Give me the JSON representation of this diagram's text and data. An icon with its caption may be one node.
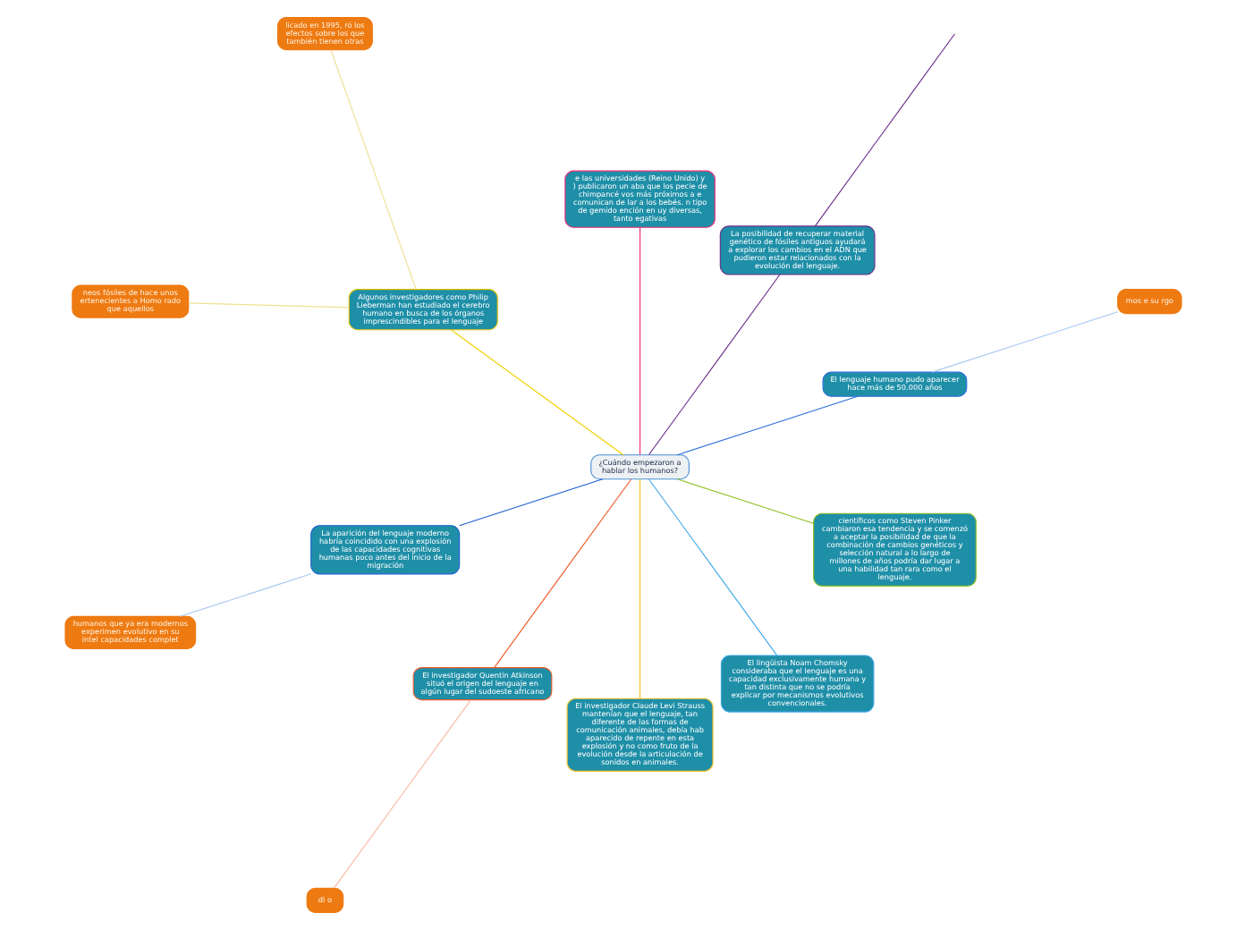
{
  "diagram": {
    "nodes": [
      {
        "text": [
          "¿Cuándo empezaron a hablar los humanos?"
        ]
      },
      {
        "text": [
          "El lenguaje humano pudo aparecer hace más de 50.000 años"
        ]
      },
      {
        "text": [
          "mos e su rgo"
        ]
      },
      {
        "text": [
          "La posibilidad de recuperar material genético de fósiles antiguos ayudará a explorar los cambios en el ADN que pudieron estar relacionados con la evolución del lenguaje."
        ]
      },
      {
        "text": [
          "e las universidades (Reino Unido) y ) publicaron un aba que los pecie de chimpancé vos más próximos a e comunican de lar a los bebés. n tipo de gemido ención en uy diversas, tanto egativas"
        ]
      },
      {
        "text": [
          "Algunos investigadores como Philip Lieberman han estudiado el cerebro humano en busca de los órganos imprescindibles para el lenguaje"
        ]
      },
      {
        "text": [
          "licado en 1995, ró los efectos sobre los que también tienen otras"
        ]
      },
      {
        "text": [
          "neos fósiles de hace unos ertenecientes a Homo rado que aquellos"
        ]
      },
      {
        "text": [
          "La aparición del lenguaje moderno habría coincidido con una explosión de las capacidades cognitivas humanas poco antes del inicio de la migración"
        ]
      },
      {
        "text": [
          "humanos que ya era modernos experimen evolutivo en su intel capacidades complet"
        ]
      },
      {
        "text": [
          "El investigador Quentin Atkinson situó el origen del lenguaje en algún lugar del sudoeste africano"
        ]
      },
      {
        "text": [
          "di o"
        ]
      },
      {
        "text": [
          "El investigador Claude Levi Strauss mantenían que el lenguaje, tan diferente de las formas de comunicación animales, debía hab aparecido de repente en esta explosión y no como fruto de la evolución desde la articulación de sonidos en animales."
        ]
      },
      {
        "text": [
          "El lingüista Noam Chomsky consideraba que el lenguaje es una capacidad exclusivamente humana y tan distinta que no se podría explicar por mecanismos evolutivos convencionales."
        ]
      },
      {
        "text": [
          "científicos como Steven Pinker cambiaron esa tendencia y se comenzó a aceptar la posibilidad de que la combinación de cambios genéticos y selección natural a lo largo de millones de años podría dar lugar a una habilidad tan rara como el lenguaje."
        ]
      }
    ],
    "edges": [
      {
        "from": 0,
        "to": 1,
        "arrow": "none",
        "color": "#2a6fdb"
      },
      {
        "from": 1,
        "to": 2,
        "arrow": "none",
        "color": "#a8c8f0"
      },
      {
        "from": 0,
        "to": 3,
        "arrow": "none",
        "color": "#6a2c8a"
      },
      {
        "from": 3,
        "to": null,
        "arrow": "none",
        "color": "#6a2c8a"
      },
      {
        "from": 0,
        "to": 4,
        "arrow": "none",
        "color": "#f0287a"
      },
      {
        "from": 0,
        "to": 5,
        "arrow": "none",
        "color": "#f0d000"
      },
      {
        "from": 5,
        "to": 6,
        "arrow": "none",
        "color": "#f0e090"
      },
      {
        "from": 5,
        "to": 7,
        "arrow": "none",
        "color": "#f0e090"
      },
      {
        "from": 0,
        "to": 8,
        "arrow": "none",
        "color": "#1a5fd0"
      },
      {
        "from": 8,
        "to": 9,
        "arrow": "none",
        "color": "#a8c8f0"
      },
      {
        "from": 0,
        "to": 10,
        "arrow": "none",
        "color": "#f05a28"
      },
      {
        "from": 10,
        "to": 11,
        "arrow": "none",
        "color": "#f8b8a0"
      },
      {
        "from": 0,
        "to": 12,
        "arrow": "none",
        "color": "#f8c020"
      },
      {
        "from": 0,
        "to": 13,
        "arrow": "none",
        "color": "#40a8e8"
      },
      {
        "from": 0,
        "to": 14,
        "arrow": "none",
        "color": "#90c020"
      }
    ]
  }
}
